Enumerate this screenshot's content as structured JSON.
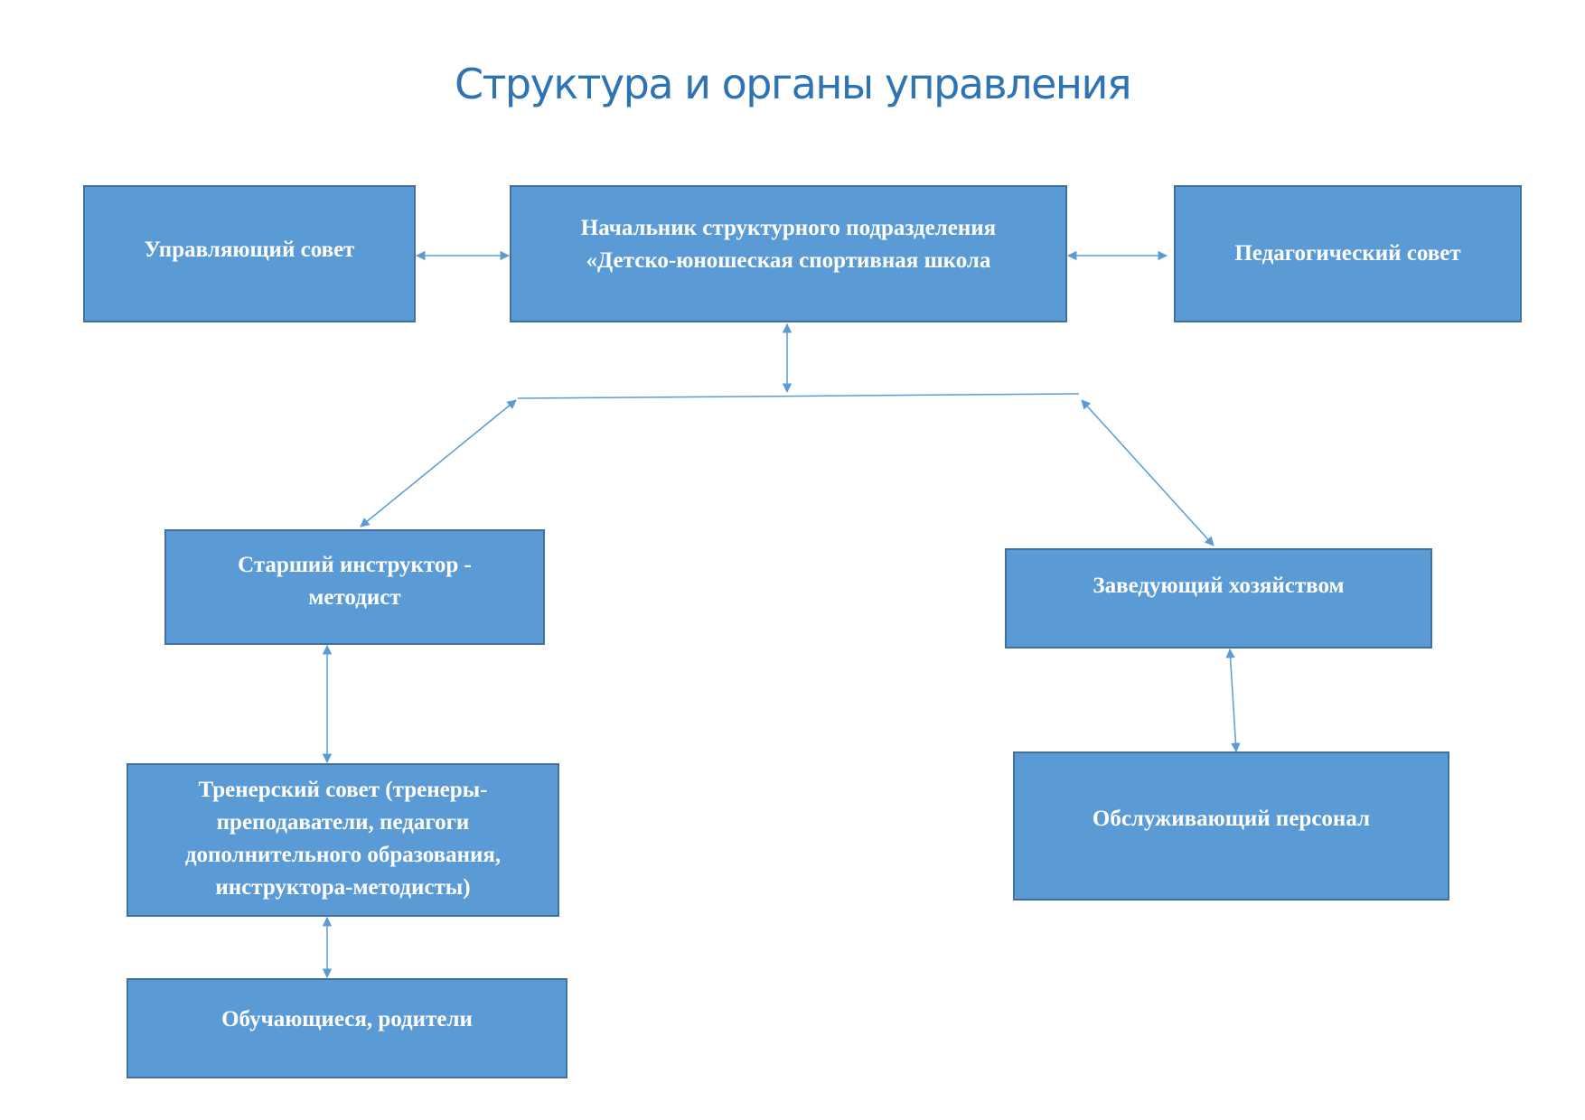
{
  "title": "Структура и органы управления",
  "nodes": {
    "governing_council": "Управляющий совет",
    "head": "Начальник структурного подразделения «Детско-юношеская спортивная школа",
    "pedagogical_council": "Педагогический совет",
    "senior_instructor": "Старший инструктор - методист",
    "facilities_manager": "Заведующий хозяйством",
    "coaching_council": "Тренерский совет (тренеры-преподаватели, педагоги дополнительного образования, инструктора-методисты)",
    "service_staff": "Обслуживающий персонал",
    "students_parents": "Обучающиеся, родители"
  },
  "colors": {
    "box_fill": "#5b9bd5",
    "box_border": "#41719c",
    "title": "#2e74b5",
    "connector": "#5b9bd5"
  }
}
